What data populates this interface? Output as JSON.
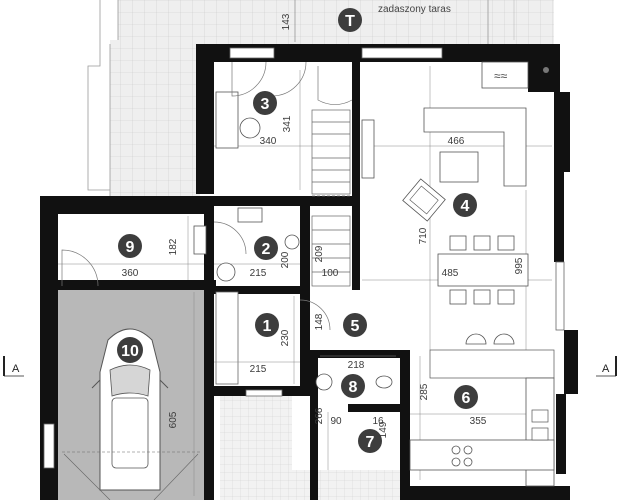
{
  "terrace": {
    "label": "zadaszony taras",
    "badge": "T",
    "dimension": "143"
  },
  "rooms": [
    {
      "id": "r3",
      "number": "3",
      "dims": [
        "340",
        "341"
      ]
    },
    {
      "id": "r4",
      "number": "4",
      "dims": [
        "466",
        "710",
        "485",
        "995"
      ]
    },
    {
      "id": "r2",
      "number": "2",
      "dims": [
        "215",
        "200"
      ]
    },
    {
      "id": "r9",
      "number": "9",
      "dims": [
        "360",
        "182"
      ]
    },
    {
      "id": "r1",
      "number": "1",
      "dims": [
        "230",
        "215"
      ]
    },
    {
      "id": "r5",
      "number": "5",
      "dims": [
        "148"
      ]
    },
    {
      "id": "r8",
      "number": "8",
      "dims": [
        "218"
      ]
    },
    {
      "id": "r6",
      "number": "6",
      "dims": [
        "285",
        "355"
      ]
    },
    {
      "id": "r7",
      "number": "7",
      "dims": [
        "266",
        "90",
        "16",
        "149"
      ]
    },
    {
      "id": "r10",
      "number": "10",
      "dims": [
        "605"
      ]
    }
  ],
  "stairs": {
    "dims": [
      "209",
      "100"
    ]
  },
  "section_marks": {
    "left": "A",
    "right": "A"
  },
  "colors": {
    "wall": "#111111",
    "badge": "#3d3d3d",
    "garage": "#b8b8b8",
    "tile": "#e9e9e9"
  }
}
